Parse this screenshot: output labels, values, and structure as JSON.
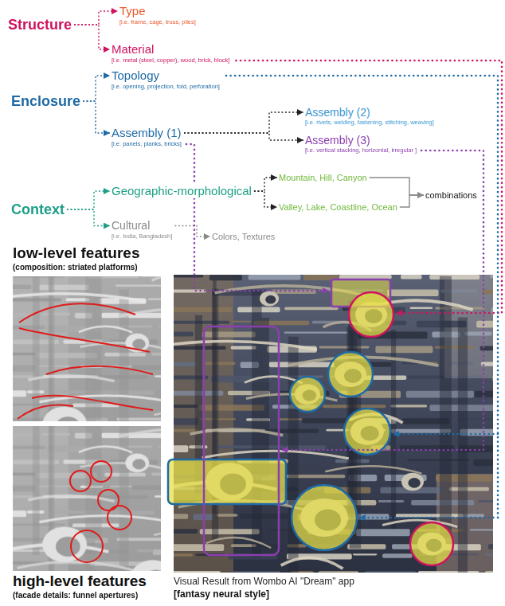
{
  "diagram": {
    "nodes": [
      {
        "text": [
          "Structure"
        ]
      },
      {
        "text": [
          "Type",
          "[i.e. frame, cage, truss, piles]"
        ]
      },
      {
        "text": [
          "Material",
          "[i.e. metal (steel, copper), wood, brick, block]"
        ]
      },
      {
        "text": [
          "Enclosure"
        ]
      },
      {
        "text": [
          "Topology",
          "[i.e. opening, projection, fold, perforation]"
        ]
      },
      {
        "text": [
          "Assembly (1)",
          "[i.e. panels, planks, bricks]"
        ]
      },
      {
        "text": [
          "Assembly (2)",
          "[i.e. rivets, welding, fastening, stitching, weaving]"
        ]
      },
      {
        "text": [
          "Assembly (3)",
          "[i.e. vertical stacking, horizontal, irregular ]"
        ]
      },
      {
        "text": [
          "Context"
        ]
      },
      {
        "text": [
          "Geographic-morphological"
        ]
      },
      {
        "text": [
          "Mountain, Hill, Canyon"
        ]
      },
      {
        "text": [
          "Valley, Lake, Coastline, Ocean"
        ]
      },
      {
        "text": [
          "combinations"
        ]
      },
      {
        "text": [
          "Cultural",
          "[i.e. India, Bangladesh]"
        ]
      },
      {
        "text": [
          "Colors, Textures"
        ]
      },
      {
        "text": [
          "low-level features",
          "(composition: striated platforms)"
        ]
      },
      {
        "text": [
          "high-level features",
          "(facade details: funnel apertures)"
        ]
      },
      {
        "text": [
          "Visual Result from Wombo AI \"Dream\" app",
          "[fantasy neural style]"
        ]
      }
    ],
    "edges": [
      {
        "from": 0,
        "to": 1,
        "arrow": "to"
      },
      {
        "from": 0,
        "to": 2,
        "arrow": "to"
      },
      {
        "from": 3,
        "to": 4,
        "arrow": "to"
      },
      {
        "from": 3,
        "to": 5,
        "arrow": "to"
      },
      {
        "from": 5,
        "to": 6,
        "arrow": "to"
      },
      {
        "from": 5,
        "to": 7,
        "arrow": "to"
      },
      {
        "from": 8,
        "to": 9,
        "arrow": "to"
      },
      {
        "from": 8,
        "to": 13,
        "arrow": "to"
      },
      {
        "from": 9,
        "to": 10,
        "arrow": "to"
      },
      {
        "from": 9,
        "to": 11,
        "arrow": "to"
      },
      {
        "from": 10,
        "to": 12,
        "arrow": "to"
      },
      {
        "from": 11,
        "to": 12,
        "arrow": "to"
      },
      {
        "from": 13,
        "to": 14,
        "arrow": "to"
      }
    ]
  }
}
